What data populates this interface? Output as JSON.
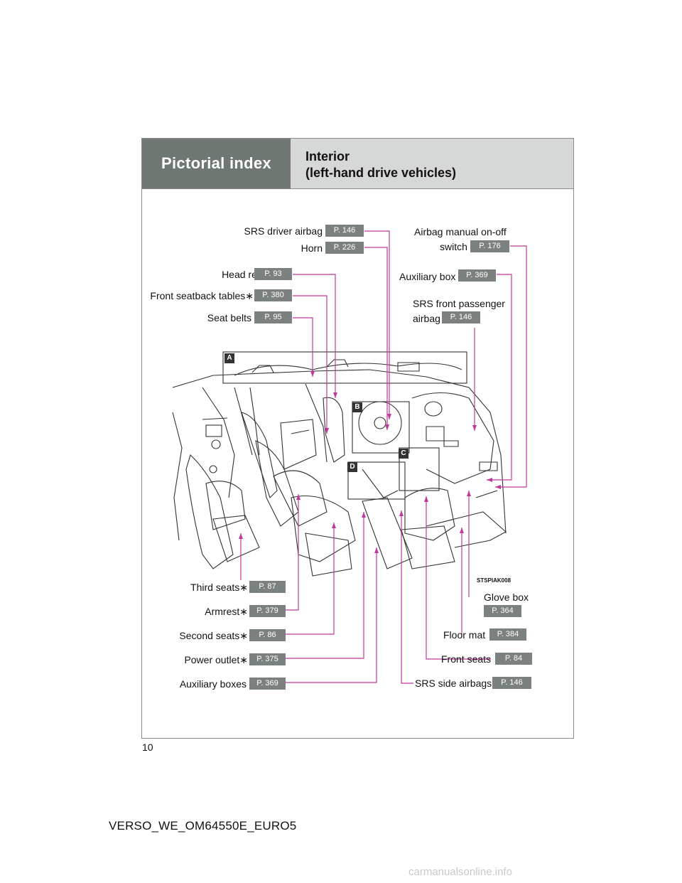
{
  "header": {
    "tab": "Pictorial index",
    "title_line1": "Interior",
    "title_line2": "(left-hand drive vehicles)"
  },
  "callouts": {
    "srs_driver_airbag": {
      "label": "SRS driver airbag",
      "page": "P. 146"
    },
    "horn": {
      "label": "Horn",
      "page": "P. 226"
    },
    "airbag_switch": {
      "label_line1": "Airbag manual on-off",
      "label_line2": "switch",
      "page": "P. 176"
    },
    "head_restraints": {
      "label": "Head restraints",
      "page": "P. 93"
    },
    "front_seatback_tables": {
      "label": "Front seatback tables∗",
      "page": "P. 380"
    },
    "seat_belts": {
      "label": "Seat belts",
      "page": "P. 95"
    },
    "auxiliary_box": {
      "label": "Auxiliary box",
      "page": "P. 369"
    },
    "srs_front_passenger": {
      "label_line1": "SRS front passenger",
      "label_line2": "airbag",
      "page": "P. 146"
    },
    "third_seats": {
      "label": "Third seats∗",
      "page": "P. 87"
    },
    "armrest": {
      "label": "Armrest∗",
      "page": "P. 379"
    },
    "second_seats": {
      "label": "Second seats∗",
      "page": "P. 86"
    },
    "power_outlet": {
      "label": "Power outlet∗",
      "page": "P. 375"
    },
    "auxiliary_boxes": {
      "label": "Auxiliary boxes",
      "page": "P. 369"
    },
    "glove_box": {
      "label": "Glove box",
      "page": "P. 364"
    },
    "floor_mat": {
      "label": "Floor mat",
      "page": "P. 384"
    },
    "front_seats": {
      "label": "Front seats",
      "page": "P. 84"
    },
    "srs_side_airbags": {
      "label": "SRS side airbags",
      "page": "P. 146"
    }
  },
  "markers": {
    "a": "A",
    "b": "B",
    "c": "C",
    "d": "D"
  },
  "illustration_code": "STSPIAK008",
  "page_number": "10",
  "footer": "VERSO_WE_OM64550E_EURO5",
  "watermark": "carmanualsonline.info",
  "colors": {
    "leader": "#c0399a",
    "tab": "#6f7773",
    "header_bg": "#d6d8d7",
    "badge": "#7b8180"
  }
}
